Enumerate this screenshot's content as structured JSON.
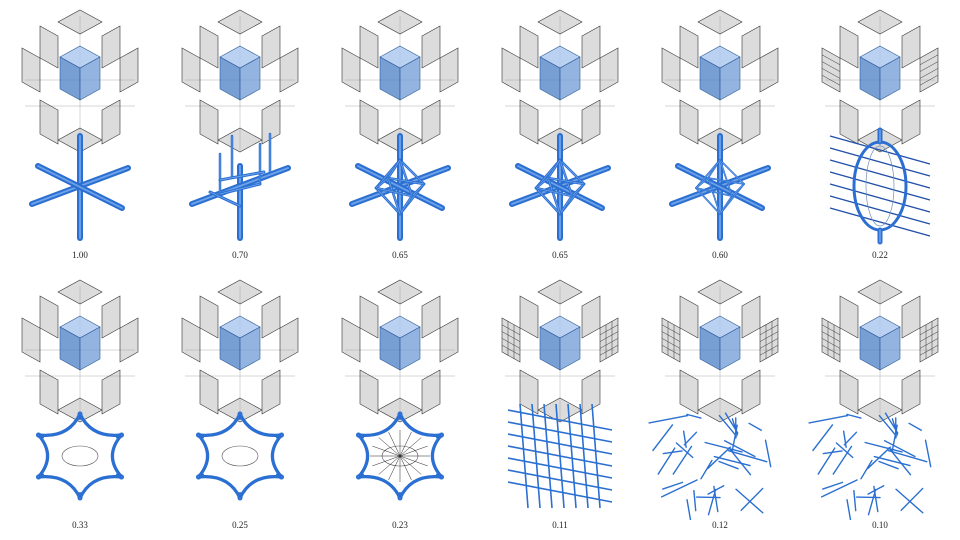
{
  "figure": {
    "colors": {
      "panel": "#9a9a9a",
      "cube": "#4a7fc4",
      "cube_light": "#a9c6ee",
      "strut": "#2a6fd1",
      "line": "#333333"
    },
    "cells": [
      {
        "label": "1.00",
        "diagram": "cross-struts-icon",
        "faces": "plain"
      },
      {
        "label": "0.70",
        "diagram": "square-frame-icon",
        "faces": "plain"
      },
      {
        "label": "0.65",
        "diagram": "octahedron-icon",
        "faces": "plain"
      },
      {
        "label": "0.65",
        "diagram": "octahedron-icon",
        "faces": "plain"
      },
      {
        "label": "0.60",
        "diagram": "octahedron-dense-icon",
        "faces": "plain"
      },
      {
        "label": "0.22",
        "diagram": "lattice-cage-icon",
        "faces": "striped"
      },
      {
        "label": "0.33",
        "diagram": "star-cage-icon",
        "faces": "plain"
      },
      {
        "label": "0.25",
        "diagram": "star-cage-icon",
        "faces": "plain"
      },
      {
        "label": "0.23",
        "diagram": "star-cage-dense-icon",
        "faces": "plain"
      },
      {
        "label": "0.11",
        "diagram": "grid-lattice-icon",
        "faces": "grid"
      },
      {
        "label": "0.12",
        "diagram": "random-lattice-icon",
        "faces": "grid"
      },
      {
        "label": "0.10",
        "diagram": "random-lattice-icon",
        "faces": "grid"
      }
    ]
  }
}
